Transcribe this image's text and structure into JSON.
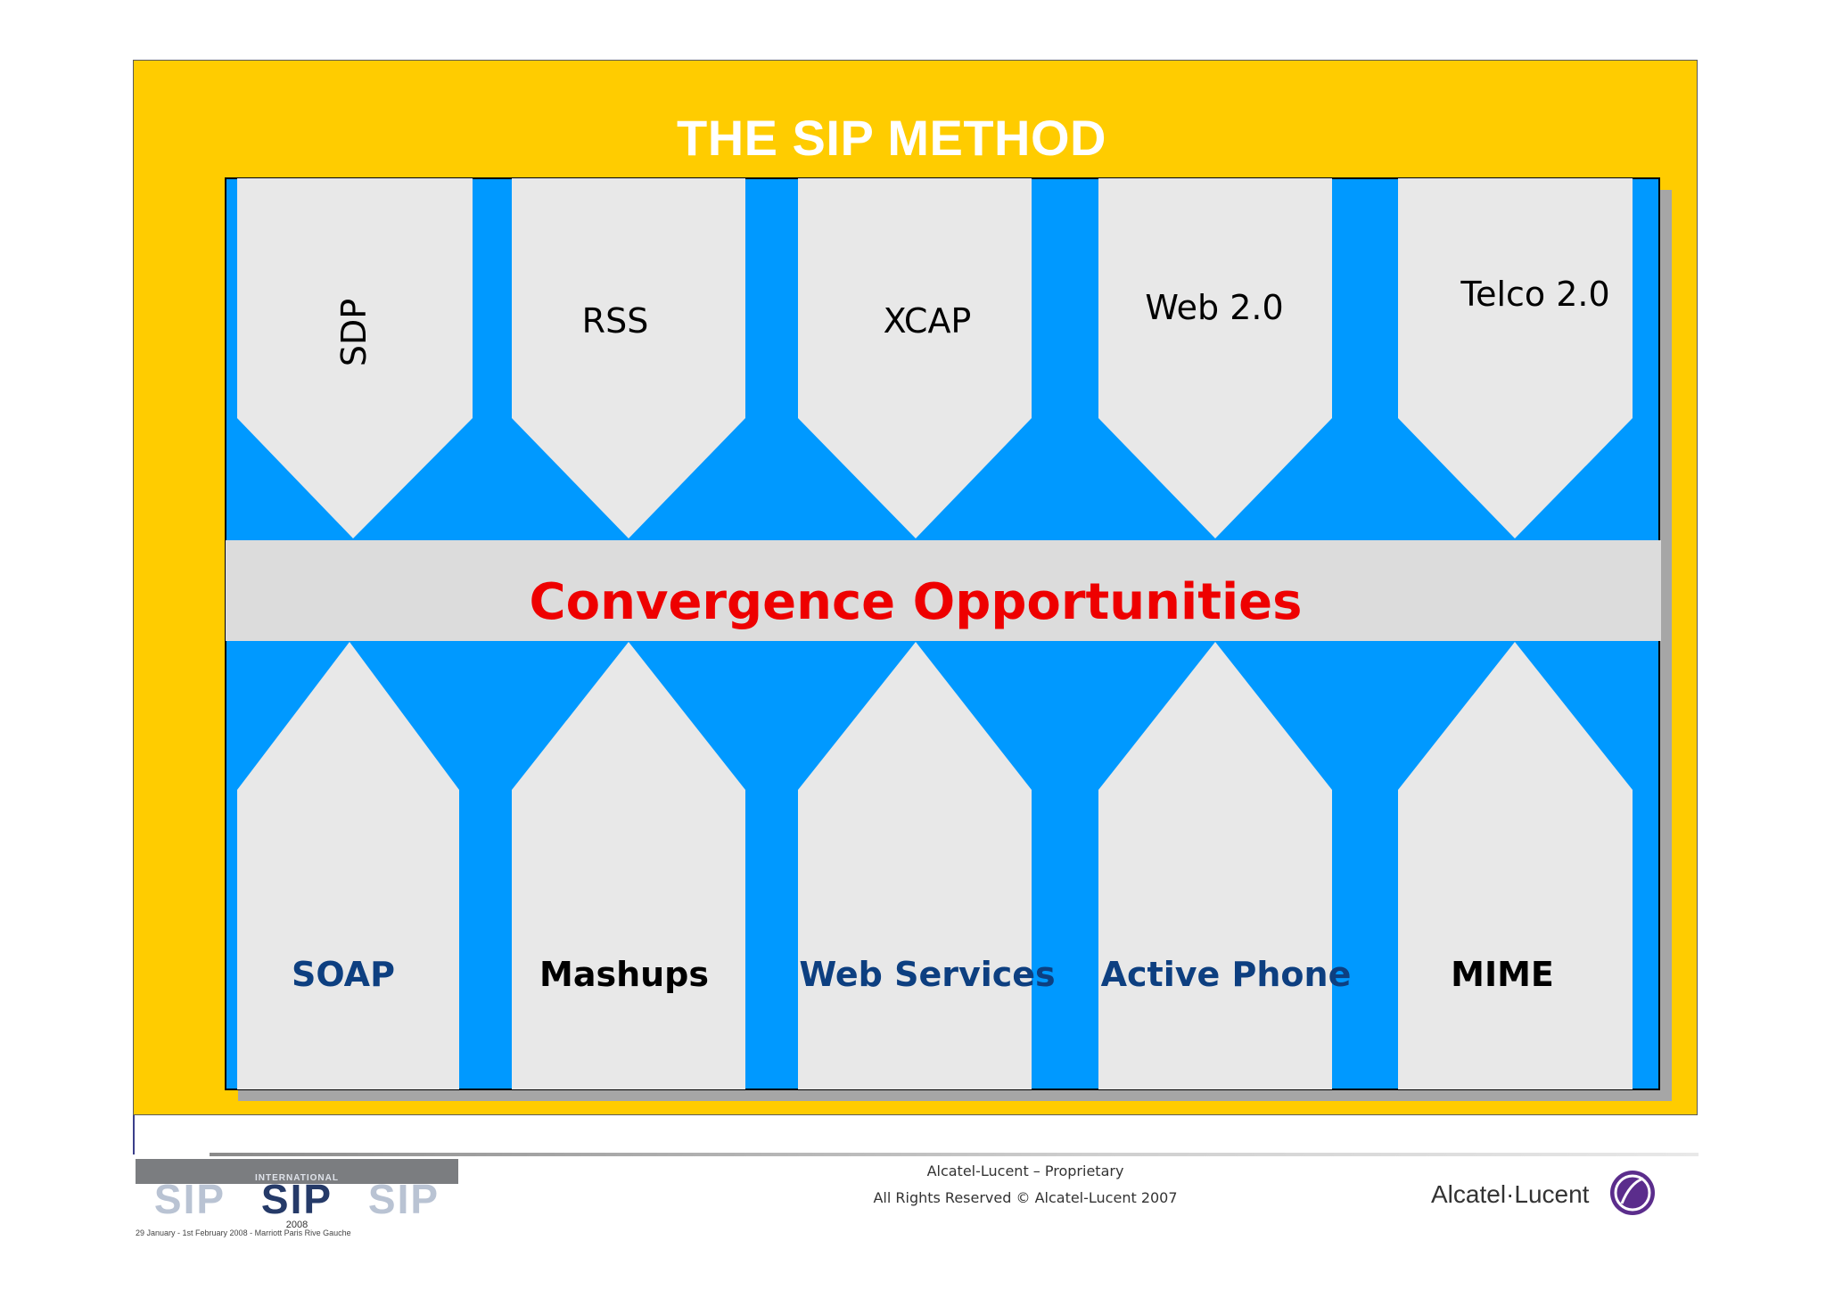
{
  "slide": {
    "title": "THE SIP METHOD",
    "center_label": "Convergence Opportunities"
  },
  "top_items": [
    "SDP",
    "RSS",
    "XCAP",
    "Web 2.0",
    "Telco 2.0"
  ],
  "bottom_items": [
    "SOAP",
    "Mashups",
    "Web Services",
    "Active Phone",
    "MIME"
  ],
  "colors": {
    "frame": "#FFCC00",
    "connector_blue": "#0099FF",
    "box_fill": "#E8E8E8",
    "band_fill": "#DCDCDC",
    "center_label": "#EE0000",
    "top_text": "#000000",
    "bottom_text_blue": "#0D3F80",
    "bottom_text_black": "#000000"
  },
  "footer": {
    "line1": "Alcatel-Lucent – Proprietary",
    "line2": "All Rights Reserved © Alcatel-Lucent 2007",
    "company": "Alcatel·Lucent",
    "event_logo": {
      "banner": "INTERNATIONAL",
      "name": "SIP",
      "year": "2008",
      "dates": "29 January - 1st February 2008 - Marriott Paris Rive Gauche"
    }
  }
}
